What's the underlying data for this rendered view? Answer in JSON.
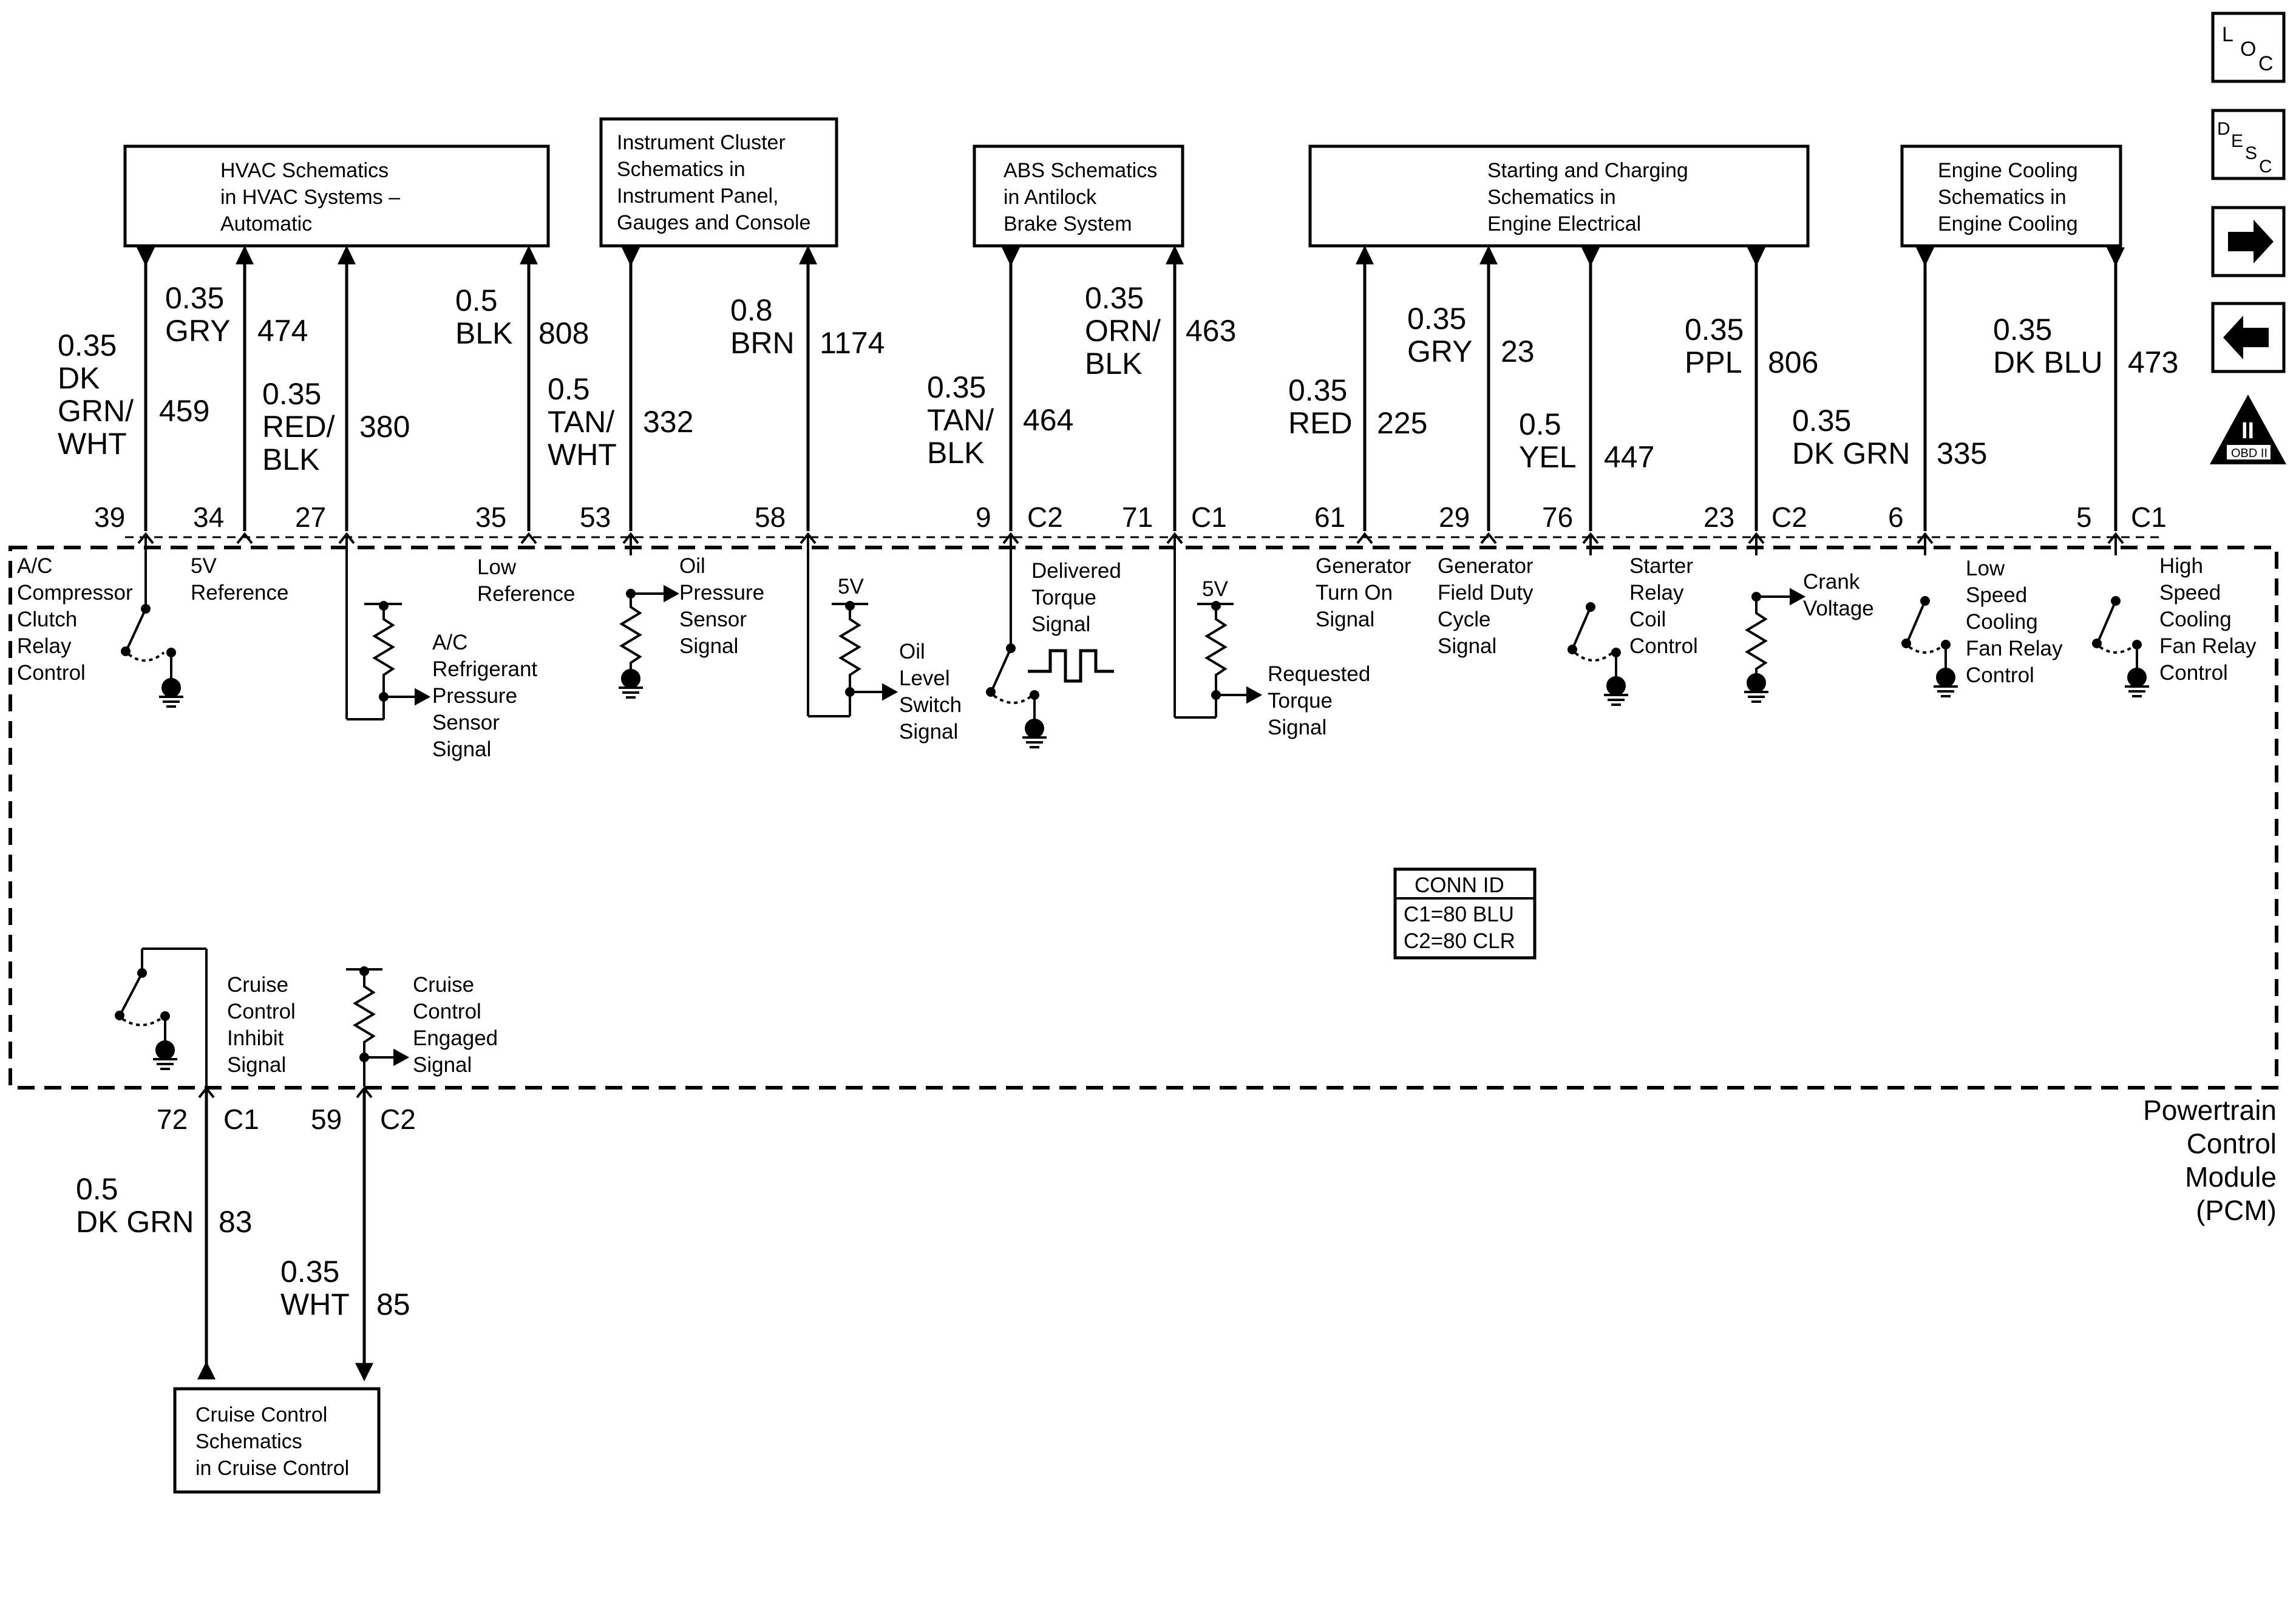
{
  "boxes": {
    "hvac": [
      "HVAC Schematics",
      "in HVAC Systems –",
      "Automatic"
    ],
    "ipc": [
      "Instrument Cluster",
      "Schematics in",
      "Instrument Panel,",
      "Gauges and Console"
    ],
    "abs": [
      "ABS Schematics",
      "in Antilock",
      "Brake System"
    ],
    "start": [
      "Starting and Charging",
      "Schematics in",
      "Engine Electrical"
    ],
    "cool": [
      "Engine Cooling",
      "Schematics in",
      "Engine Cooling"
    ],
    "cruise": [
      "Cruise Control",
      "Schematics",
      "in Cruise Control"
    ]
  },
  "wires": {
    "w459": {
      "size": "0.35",
      "color": [
        "DK",
        "GRN/",
        "WHT"
      ],
      "circuit": "459",
      "pin": "39"
    },
    "w474": {
      "size": "0.35",
      "color": [
        "GRY"
      ],
      "circuit": "474",
      "pin": "34"
    },
    "w380": {
      "size": "0.35",
      "color": [
        "RED/",
        "BLK"
      ],
      "circuit": "380",
      "pin": "27"
    },
    "w808": {
      "size": "0.5",
      "color": [
        "BLK"
      ],
      "circuit": "808",
      "pin": "35"
    },
    "w332": {
      "size": "0.5",
      "color": [
        "TAN/",
        "WHT"
      ],
      "circuit": "332",
      "pin": "53"
    },
    "w1174": {
      "size": "0.8",
      "color": [
        "BRN"
      ],
      "circuit": "1174",
      "pin": "58"
    },
    "w464": {
      "size": "0.35",
      "color": [
        "TAN/",
        "BLK"
      ],
      "circuit": "464",
      "pin": "9"
    },
    "w463": {
      "size": "0.35",
      "color": [
        "ORN/",
        "BLK"
      ],
      "circuit": "463",
      "pin": "71"
    },
    "w225": {
      "size": "0.35",
      "color": [
        "RED"
      ],
      "circuit": "225",
      "pin": "61"
    },
    "w23": {
      "size": "0.35",
      "color": [
        "GRY"
      ],
      "circuit": "23",
      "pin": "29"
    },
    "w447": {
      "size": "0.5",
      "color": [
        "YEL"
      ],
      "circuit": "447",
      "pin": "76"
    },
    "w806": {
      "size": "0.35",
      "color": [
        "PPL"
      ],
      "circuit": "806",
      "pin": "23"
    },
    "w335": {
      "size": "0.35",
      "color": [
        "DK GRN"
      ],
      "circuit": "335",
      "pin": "6"
    },
    "w473": {
      "size": "0.35",
      "color": [
        "DK BLU"
      ],
      "circuit": "473",
      "pin": "5"
    },
    "w83": {
      "size": "0.5",
      "color": [
        "DK GRN"
      ],
      "circuit": "83",
      "pin": "72"
    },
    "w85": {
      "size": "0.35",
      "color": [
        "WHT"
      ],
      "circuit": "85",
      "pin": "59"
    }
  },
  "connectors": {
    "c2a": "C2",
    "c1a": "C1",
    "c2b": "C2",
    "c1b": "C1",
    "c1c": "C1",
    "c2c": "C2"
  },
  "signals": {
    "s459": [
      "A/C",
      "Compressor",
      "Clutch",
      "Relay",
      "Control"
    ],
    "s474": [
      "5V",
      "Reference"
    ],
    "s380": [
      "A/C",
      "Refrigerant",
      "Pressure",
      "Sensor",
      "Signal"
    ],
    "s808": [
      "Low",
      "Reference"
    ],
    "s332": [
      "Oil",
      "Pressure",
      "Sensor",
      "Signal"
    ],
    "s1174": [
      "Oil",
      "Level",
      "Switch",
      "Signal"
    ],
    "s464": [
      "Delivered",
      "Torque",
      "Signal"
    ],
    "s463": [
      "Requested",
      "Torque",
      "Signal"
    ],
    "s225": [
      "Generator",
      "Turn On",
      "Signal"
    ],
    "s23": [
      "Generator",
      "Field Duty",
      "Cycle",
      "Signal"
    ],
    "s447": [
      "Starter",
      "Relay",
      "Coil",
      "Control"
    ],
    "s806": [
      "Crank",
      "Voltage"
    ],
    "s335": [
      "Low",
      "Speed",
      "Cooling",
      "Fan Relay",
      "Control"
    ],
    "s473": [
      "High",
      "Speed",
      "Cooling",
      "Fan Relay",
      "Control"
    ],
    "s83": [
      "Cruise",
      "Control",
      "Inhibit",
      "Signal"
    ],
    "s85": [
      "Cruise",
      "Control",
      "Engaged",
      "Signal"
    ]
  },
  "five_v": [
    "5V",
    "5V"
  ],
  "conn_id": {
    "title": "CONN ID",
    "line1": "C1=80 BLU",
    "line2": "C2=80 CLR"
  },
  "module": [
    "Powertrain",
    "Control",
    "Module",
    "(PCM)"
  ],
  "nav": {
    "loc": [
      "L",
      "O",
      "C"
    ],
    "desc": [
      "D",
      "E",
      "S",
      "C"
    ],
    "obd_roman": "II",
    "obd_text": "OBD II"
  }
}
